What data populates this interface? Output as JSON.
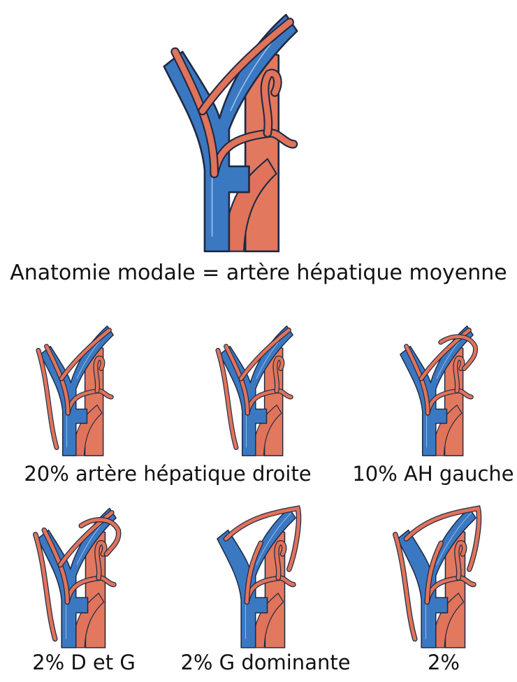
{
  "captions": {
    "main": "Anatomie modale = artère hépatique moyenne",
    "droite": "20% artère hépatique droite",
    "gauche": "10% AH gauche",
    "dg": "2% D et G",
    "g_dominante": "2% G dominante",
    "last": "2%"
  },
  "colors": {
    "vein": "#3b78c2",
    "artery": "#e0735a",
    "aorta": "#e2795e",
    "outline": "#1f2a44"
  },
  "variants": [
    {
      "id": "modal",
      "branches": [
        "middle"
      ]
    },
    {
      "id": "droite",
      "branches": [
        "middle",
        "right"
      ]
    },
    {
      "id": "droite-alt",
      "branches": [
        "middle",
        "right"
      ]
    },
    {
      "id": "gauche",
      "branches": [
        "middle",
        "left"
      ]
    },
    {
      "id": "dg",
      "branches": [
        "middle",
        "right",
        "left"
      ]
    },
    {
      "id": "g-dominante",
      "branches": [
        "left-dominant"
      ]
    },
    {
      "id": "last",
      "branches": [
        "left-dominant",
        "right"
      ]
    }
  ]
}
